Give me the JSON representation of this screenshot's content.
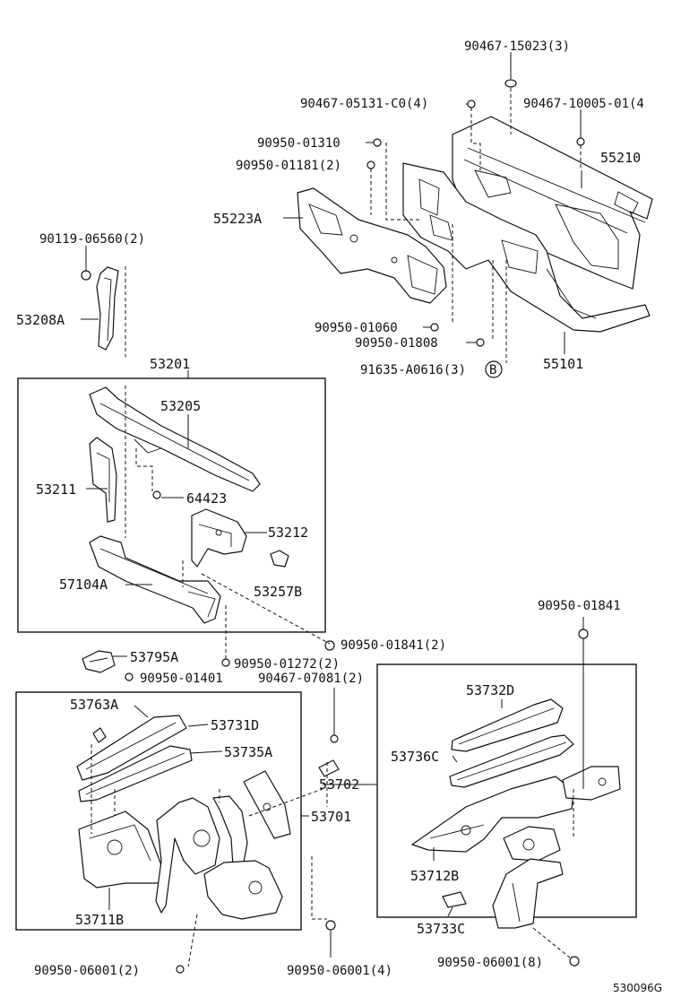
{
  "diagram": {
    "drawing_code": "530096G",
    "callouts": {
      "bolt_90467_15023": "90467-15023(3)",
      "clip_90467_05131": "90467-05131-C0(4)",
      "clip_90467_10005": "90467-10005-01(4",
      "panel_55210": "55210",
      "plug_90950_01310": "90950-01310",
      "plug_90950_01181": "90950-01181(2)",
      "panel_55223A": "55223A",
      "clip_90119_06560": "90119-06560(2)",
      "brace_53208A": "53208A",
      "plug_90950_01060": "90950-01060",
      "plug_90950_01808": "90950-01808",
      "clip_91635_A0616": "91635-A0616(3)",
      "marker_B": "B",
      "panel_55101": "55101",
      "support_53201": "53201",
      "support_53205": "53205",
      "support_53211": "53211",
      "cushion_64423": "64423",
      "support_53212": "53212",
      "support_57104A": "57104A",
      "support_53257B": "53257B",
      "plug_90950_01841_top": "90950-01841",
      "bracket_53795A": "53795A",
      "plug_90950_01841_2": "90950-01841(2)",
      "plug_90950_01272": "90950-01272(2)",
      "plug_90950_01401": "90950-01401",
      "clip_90467_07081": "90467-07081(2)",
      "apron_53732D": "53732D",
      "apron_53763A": "53763A",
      "apron_53731D": "53731D",
      "apron_53735A": "53735A",
      "apron_53736C": "53736C",
      "apron_53702": "53702",
      "apron_53701": "53701",
      "apron_53712B": "53712B",
      "apron_53711B": "53711B",
      "apron_53733C": "53733C",
      "plug_90950_06001_2": "90950-06001(2)",
      "plug_90950_06001_4": "90950-06001(4)",
      "plug_90950_06001_8": "90950-06001(8)"
    }
  }
}
